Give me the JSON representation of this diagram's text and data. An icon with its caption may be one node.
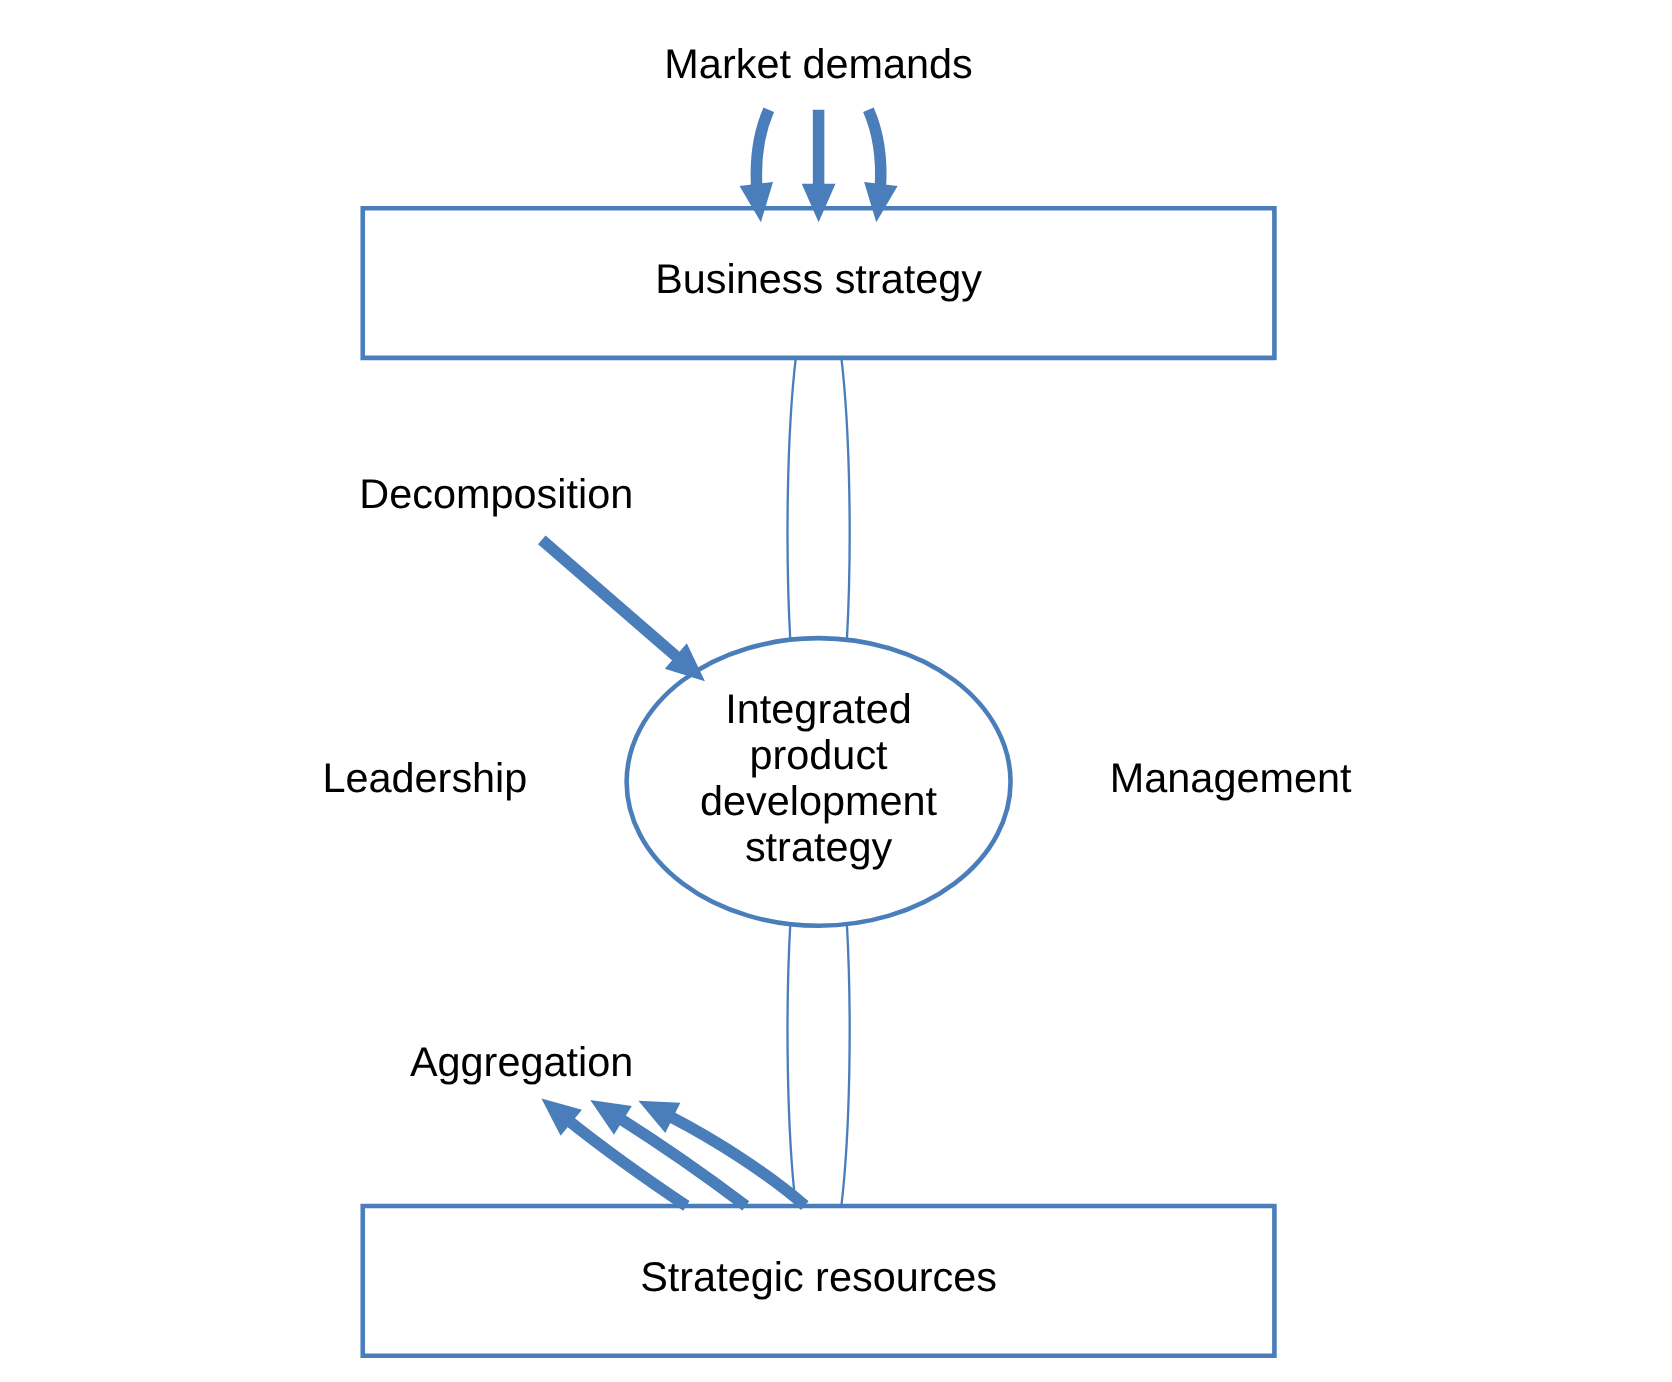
{
  "diagram": {
    "nodes": [
      {
        "text": [
          "Market demands"
        ]
      },
      {
        "text": [
          "Business strategy"
        ]
      },
      {
        "text": [
          "Decomposition"
        ]
      },
      {
        "text": [
          "Integrated product development strategy"
        ]
      },
      {
        "text": [
          "Aggregation"
        ]
      },
      {
        "text": [
          "Strategic resources"
        ]
      }
    ],
    "edges": [
      {
        "from": 0,
        "to": 1,
        "arrow": "to"
      },
      {
        "from": 0,
        "to": 1,
        "arrow": "to"
      },
      {
        "from": 0,
        "to": 1,
        "arrow": "to"
      },
      {
        "from": 1,
        "to": 3,
        "arrow": "none"
      },
      {
        "from": 1,
        "to": 3,
        "arrow": "none"
      },
      {
        "from": 2,
        "to": 3,
        "arrow": "to"
      },
      {
        "from": 3,
        "to": 5,
        "arrow": "none"
      },
      {
        "from": 3,
        "to": 5,
        "arrow": "none"
      },
      {
        "from": 5,
        "to": 4,
        "arrow": "to"
      },
      {
        "from": 5,
        "to": 4,
        "arrow": "to"
      },
      {
        "from": 5,
        "to": 4,
        "arrow": "to"
      }
    ],
    "labels": [
      "Leadership",
      "Management"
    ]
  }
}
